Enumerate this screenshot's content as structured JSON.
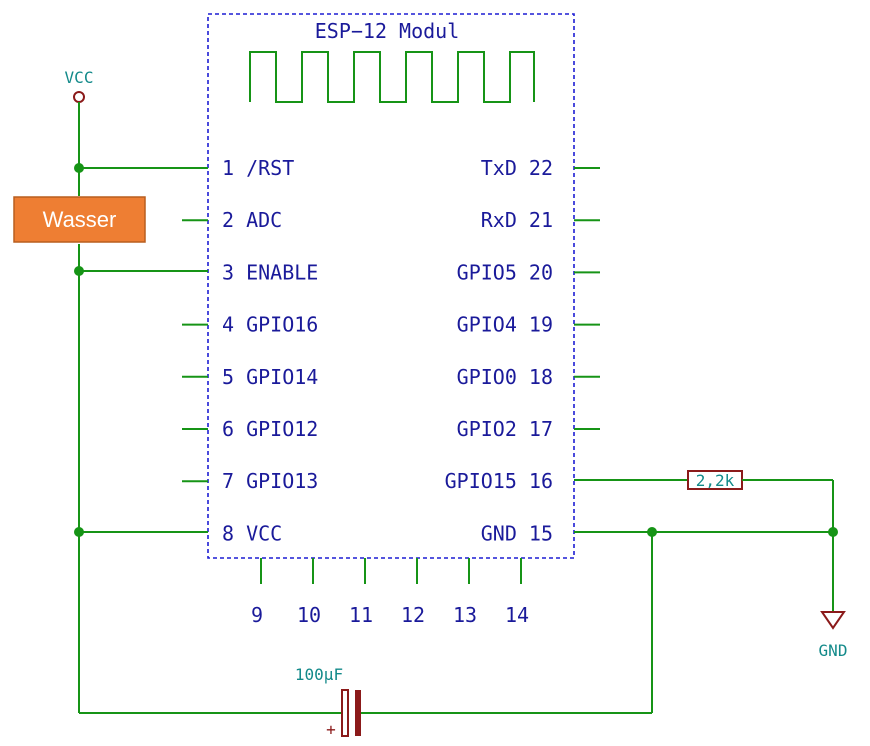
{
  "module": {
    "title": "ESP−12 Modul",
    "left_pins": [
      {
        "num": "1",
        "name": "/RST"
      },
      {
        "num": "2",
        "name": "ADC"
      },
      {
        "num": "3",
        "name": "ENABLE"
      },
      {
        "num": "4",
        "name": "GPIO16"
      },
      {
        "num": "5",
        "name": "GPIO14"
      },
      {
        "num": "6",
        "name": "GPIO12"
      },
      {
        "num": "7",
        "name": "GPIO13"
      },
      {
        "num": "8",
        "name": "VCC"
      }
    ],
    "right_pins": [
      {
        "num": "22",
        "name": "TxD"
      },
      {
        "num": "21",
        "name": "RxD"
      },
      {
        "num": "20",
        "name": "GPIO5"
      },
      {
        "num": "19",
        "name": "GPIO4"
      },
      {
        "num": "18",
        "name": "GPIO0"
      },
      {
        "num": "17",
        "name": "GPIO2"
      },
      {
        "num": "16",
        "name": "GPIO15"
      },
      {
        "num": "15",
        "name": "GND"
      }
    ],
    "bottom_pins": [
      "9",
      "10",
      "11",
      "12",
      "13",
      "14"
    ]
  },
  "power": {
    "vcc_label": "VCC",
    "gnd_label": "GND"
  },
  "components": {
    "resistor_value": "2,2k",
    "capacitor_value": "100µF",
    "capacitor_polarity": "+",
    "sensor_label": "Wasser"
  },
  "colors": {
    "wire": "#169416",
    "module_outline": "#1d1dd4",
    "pin_text": "#1a1a9a",
    "net_label": "#138a8a",
    "component": "#8b1a1a",
    "sensor_fill": "#ee7e33"
  }
}
